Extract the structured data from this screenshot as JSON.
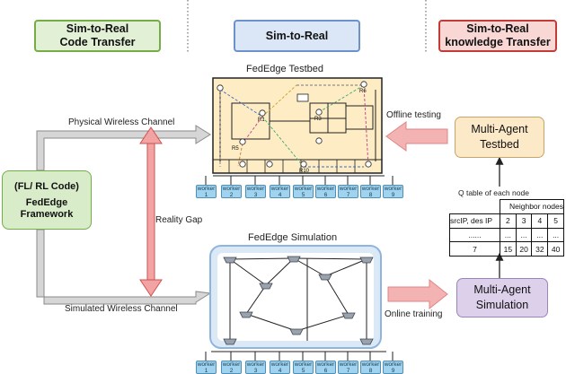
{
  "headers": {
    "code_transfer": "Sim-to-Real\nCode Transfer",
    "sim_to_real": "Sim-to-Real",
    "knowledge_transfer": "Sim-to-Real\nknowledge Transfer"
  },
  "colors": {
    "green_fill": "#e2f0d6",
    "green_border": "#75ad45",
    "blue_fill": "#dbe7f6",
    "blue_border": "#6c93c9",
    "red_fill": "#f8d7d5",
    "red_border": "#c23b37",
    "framework_fill": "#d9ecc9",
    "testbed_fill": "#fce9c8",
    "simulation_fill": "#ddd0ea",
    "arrow_pink": "#f4b3b3"
  },
  "framework": {
    "line1": "(FL/ RL Code)",
    "line2": "FedEdge\nFramework"
  },
  "channels": {
    "physical": "Physical Wireless Channel",
    "simulated": "Simulated Wireless Channel"
  },
  "reality_gap": "Reality Gap",
  "testbed": {
    "title": "FedEdge Testbed",
    "robot_labels": [
      "R1",
      "R5",
      "R3",
      "R6",
      "R10"
    ]
  },
  "simulation": {
    "title": "FedEdge Simulation"
  },
  "workers": {
    "word": "worker",
    "testbed_ids": [
      "1",
      "2",
      "3",
      "4",
      "5",
      "6",
      "7",
      "8",
      "9"
    ],
    "sim_ids": [
      "1",
      "2",
      "3",
      "4",
      "5",
      "6",
      "7",
      "8",
      "9"
    ]
  },
  "right": {
    "offline": "Offline testing",
    "online": "Online training",
    "ma_testbed": "Multi-Agent\nTestbed",
    "ma_simulation": "Multi-Agent\nSimulation"
  },
  "qtable": {
    "title": "Q table of each node",
    "neighbor_header": "Neighbor nodes",
    "row_label": "srcIP, des IP",
    "row_values": [
      "2",
      "3",
      "4",
      "5"
    ],
    "dots_label": "......",
    "dots_values": [
      "...",
      "...",
      "...",
      "..."
    ],
    "last_label": "7",
    "last_values": [
      "15",
      "20",
      "32",
      "40"
    ]
  }
}
